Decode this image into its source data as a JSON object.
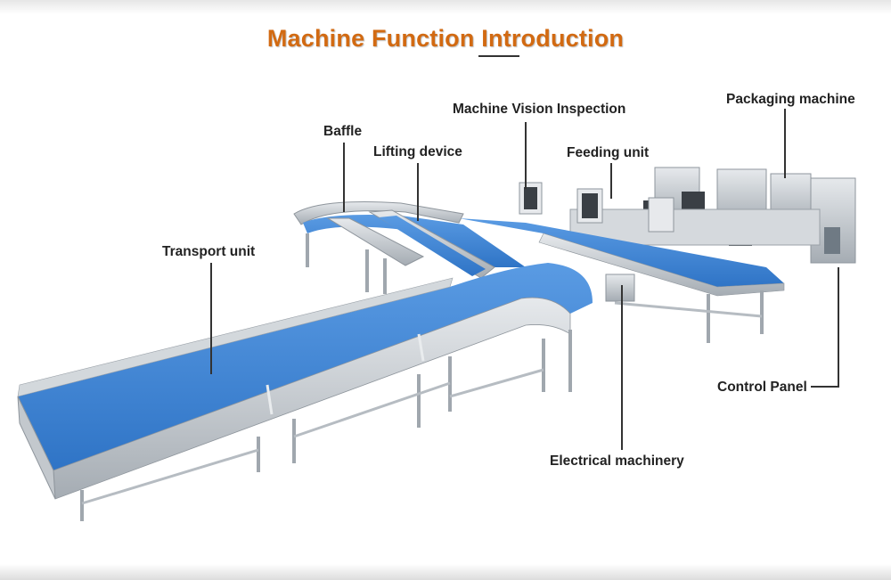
{
  "header": {
    "title": "Machine Function Introduction"
  },
  "labels": {
    "packaging_machine": "Packaging machine",
    "machine_vision_inspection": "Machine Vision Inspection",
    "baffle": "Baffle",
    "lifting_device": "Lifting device",
    "feeding_unit": "Feeding unit",
    "transport_unit": "Transport unit",
    "control_panel": "Control Panel",
    "electrical_machinery": "Electrical machinery"
  },
  "colors": {
    "title": "#d26a12",
    "belt": "#3f86d8",
    "belt_dark": "#2d6cb8",
    "steel": "#c9ced3",
    "steel_dark": "#8e959c",
    "label": "#222222"
  }
}
